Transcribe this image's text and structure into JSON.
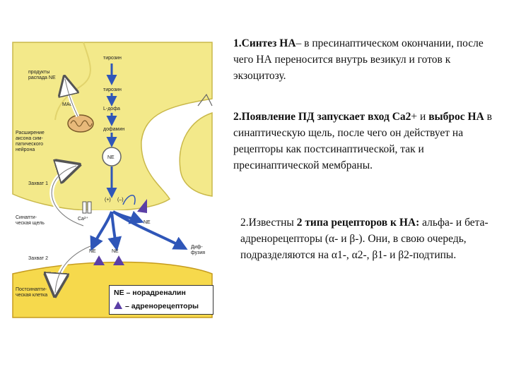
{
  "diagram": {
    "labels": {
      "tyrosine_top": "тирозин",
      "tyrosine_inner": "тирозин",
      "l_dopa": "L-дофа",
      "dopamine": "дофамин",
      "products_decay": "продукты",
      "products_decay2": "распада NE",
      "mao": "МАО",
      "expansion1": "Расширение",
      "expansion2": "аксона сим-",
      "expansion3": "патического",
      "expansion4": "нейрона",
      "capture1": "Захват 1",
      "synaptic1": "Синапти-",
      "synaptic2": "ческая щель",
      "capture2": "Захват 2",
      "postsyn1": "Постсинапти-",
      "postsyn2": "ческая клетка",
      "diffusion1": "Диф-",
      "diffusion2": "фузия",
      "ne_vesicle": "NE",
      "ne_left": "NE",
      "ne_mid": "NE",
      "ne_right": "NE",
      "ne_release": "NE",
      "ca": "Ca²⁺",
      "plus": "(+)",
      "minus": "(–)"
    },
    "legend": {
      "ne_line": "NE – норадреналин",
      "receptor_line": "– адренорецепторы"
    },
    "colors": {
      "neuron": "#f3e98a",
      "postsynaptic": "#f6d94c",
      "arrow_blue": "#2f56b8",
      "receptor": "#5b3fa6"
    }
  },
  "blocks": {
    "b1": {
      "bold": "1.Синтез НА",
      "text": "– в пресинаптическом окончании, после чего НА переносится внутрь везикул и готов к экзоцитозу."
    },
    "b2": {
      "bold": "2.Появление ПД запускает вход Са2",
      "plus": "+ и ",
      "bold2": "выброс НА",
      "text": " в синаптическую щель, после чего он действует на рецепторы как постсинаптической, так и пресинаптической мембраны."
    },
    "b3": {
      "pre": "2.Известны ",
      "bold": "2 типа рецепторов к НА:",
      "text": " альфа- и бета-адренорецепторы (α- и β-). Они, в свою очередь, подразделяются на α1-, α2-, β1- и β2-подтипы."
    }
  }
}
